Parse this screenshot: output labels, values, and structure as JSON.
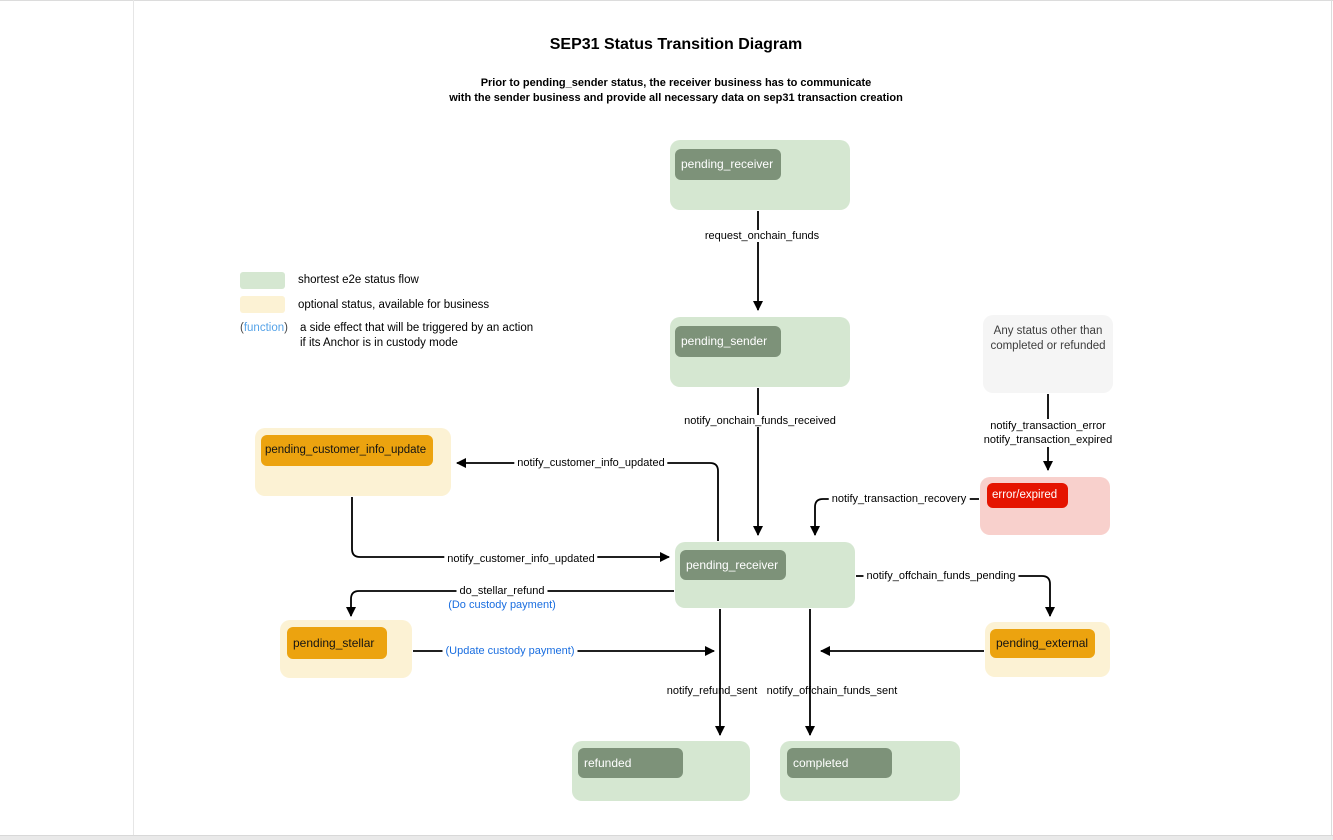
{
  "title": "SEP31 Status Transition Diagram",
  "subtitle": {
    "line1": "Prior to pending_sender status, the receiver business has to communicate",
    "line2": "with the sender business and provide all necessary data on sep31 transaction creation"
  },
  "legend": {
    "green_label": "shortest e2e status flow",
    "yellow_label": "optional status, available for business",
    "function_token": {
      "open": "(",
      "word": "function",
      "close": ")"
    },
    "function_desc_line1": "a side effect that will be triggered by an action",
    "function_desc_line2": "if its Anchor is in custody mode"
  },
  "colors": {
    "shortest_flow_fill": "#d5e7d1",
    "shortest_flow_badge": "#7d9279",
    "optional_fill": "#fcf2d4",
    "optional_badge": "#eca30f",
    "error_fill": "#f8d0cc",
    "error_badge": "#e51400",
    "note_fill": "#f5f5f5",
    "function_blue": "#56a3e8",
    "custody_blue": "#1a6ee0"
  },
  "nodes": {
    "pending_receiver_top": {
      "label": "pending_receiver"
    },
    "pending_sender": {
      "label": "pending_sender"
    },
    "any_status_note": {
      "line1": "Any status other than",
      "line2": "completed or refunded"
    },
    "error_expired": {
      "label": "error/expired"
    },
    "pending_customer_info_update": {
      "label": "pending_customer_info_update"
    },
    "pending_receiver_mid": {
      "label": "pending_receiver"
    },
    "pending_stellar": {
      "label": "pending_stellar"
    },
    "pending_external": {
      "label": "pending_external"
    },
    "refunded": {
      "label": "refunded"
    },
    "completed": {
      "label": "completed"
    }
  },
  "edges": {
    "request_onchain_funds": "request_onchain_funds",
    "notify_onchain_funds_received": "notify_onchain_funds_received",
    "notify_transaction_error": "notify_transaction_error",
    "notify_transaction_expired": "notify_transaction_expired",
    "notify_customer_info_updated_upper": "notify_customer_info_updated",
    "notify_customer_info_updated_lower": "notify_customer_info_updated",
    "notify_transaction_recovery": "notify_transaction_recovery",
    "notify_offchain_funds_pending": "notify_offchain_funds_pending",
    "do_stellar_refund": "do_stellar_refund",
    "do_custody_payment": "(Do custody payment)",
    "update_custody_payment": "(Update custody payment)",
    "notify_refund_sent": "notify_refund_sent",
    "notify_offchain_funds_sent": "notify_offchain_funds_sent"
  }
}
